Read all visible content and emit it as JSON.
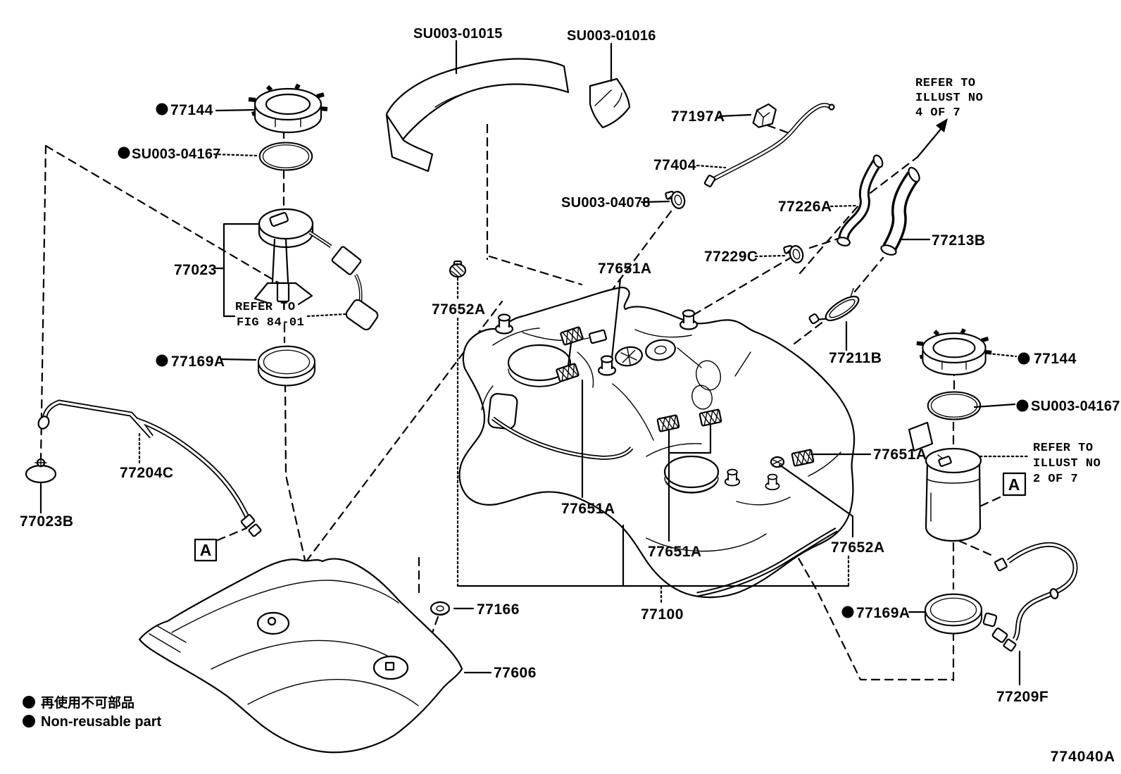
{
  "diagram": {
    "code": "774040A",
    "background_color": "#ffffff",
    "line_color": "#000000",
    "detail_marker": "A",
    "legend": {
      "non_reusable_marker": "●",
      "jp": "再使用不可部品",
      "en": "Non-reusable part"
    },
    "notes": {
      "refer_fig": {
        "l1": "REFER TO",
        "l2": "FIG 84-01"
      },
      "refer_illust4": {
        "l1": "REFER TO",
        "l2": "ILLUST NO",
        "l3": "4 OF 7"
      },
      "refer_illust2": {
        "l1": "REFER TO",
        "l2": "ILLUST NO",
        "l3": "2 OF 7"
      }
    },
    "parts": {
      "su003_01015": "SU003-01015",
      "su003_01016": "SU003-01016",
      "p77144": "77144",
      "su003_04167": "SU003-04167",
      "p77023": "77023",
      "p77169a": "77169A",
      "p77652a": "77652A",
      "p77651a": "77651A",
      "p77197a": "77197A",
      "p77404": "77404",
      "su003_04078": "SU003-04078",
      "p77226a": "77226A",
      "p77229c": "77229C",
      "p77213b": "77213B",
      "p77211b": "77211B",
      "p77204c": "77204C",
      "p77023b": "77023B",
      "p77100": "77100",
      "p77166": "77166",
      "p77606": "77606",
      "p77209f": "77209F"
    }
  }
}
